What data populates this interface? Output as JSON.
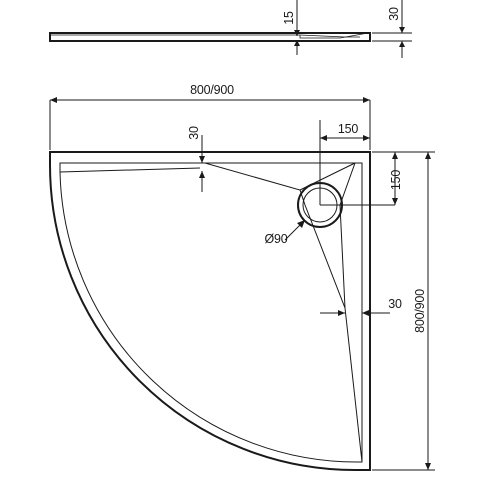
{
  "dimensions": {
    "profile_height": "15",
    "rim_height": "30",
    "width": "800/900",
    "slope_drop": "30",
    "drain_offset_x": "150",
    "drain_offset_y": "150",
    "drain_diameter": "Ø90",
    "depth_offset": "30",
    "depth": "800/900"
  }
}
